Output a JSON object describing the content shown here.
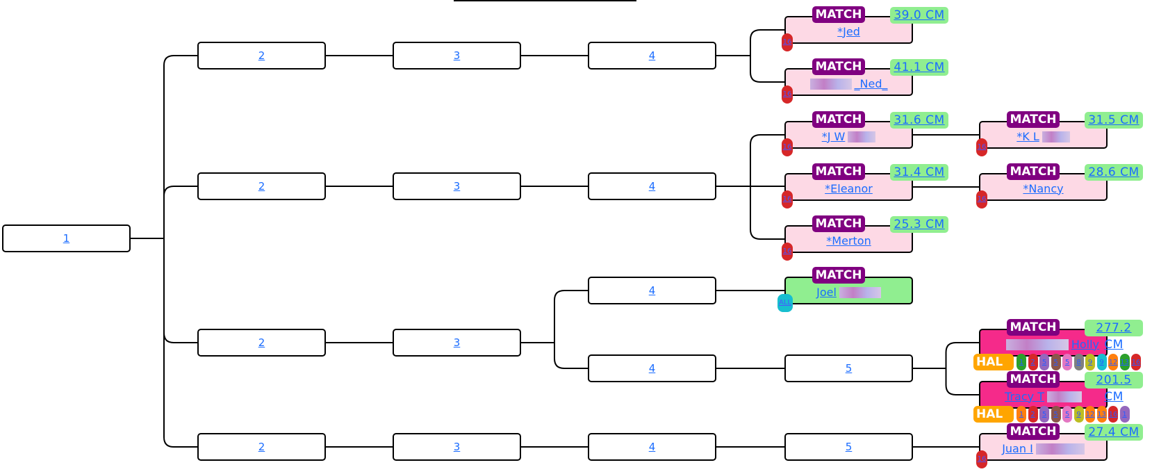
{
  "colors": {
    "match": "#800080",
    "measure": "#90ee90",
    "seed": "#d62728",
    "all": "#17becf",
    "pink": "#fdd9e5",
    "hot": "#f52a8a",
    "hal": "#ffa500"
  },
  "match_label": "MATCH",
  "nodes": {
    "n1": "1",
    "c2": [
      "2",
      "2",
      "2",
      "2"
    ],
    "c3": [
      "3",
      "3",
      "3",
      "3"
    ],
    "c4": [
      "4",
      "4",
      "4",
      "4",
      "4"
    ],
    "c5": [
      "5",
      "5"
    ]
  },
  "people": {
    "jed": {
      "name": "*Jed",
      "measure": "39.0 CM",
      "seed": "16"
    },
    "ned": {
      "name": "_Ned_",
      "measure": "41.1 CM",
      "seed": "16"
    },
    "jw": {
      "name": "*J W",
      "measure": "31.6 CM",
      "seed": "16"
    },
    "kl": {
      "name": "*K L",
      "measure": "31.5 CM",
      "seed": "16"
    },
    "eleanor": {
      "name": "*Eleanor",
      "measure": "31.4 CM",
      "seed": "16"
    },
    "nancy": {
      "name": "*Nancy",
      "measure": "28.6 CM",
      "seed": "16"
    },
    "merton": {
      "name": "*Merton",
      "measure": "25.3 CM",
      "seed": "16"
    },
    "joel": {
      "name": "Joel",
      "seed": "ALL"
    },
    "holly": {
      "name": "Holly",
      "measure": "277.2 CM",
      "hal": "HAL",
      "pills": [
        {
          "label": "1",
          "color": "#2ca02c"
        },
        {
          "label": "2",
          "color": "#d62728"
        },
        {
          "label": "5",
          "color": "#9467bd"
        },
        {
          "label": "5",
          "color": "#8c564b"
        },
        {
          "label": "5",
          "color": "#e377c2"
        },
        {
          "label": "8",
          "color": "#7f7f7f"
        },
        {
          "label": "9",
          "color": "#bcbd22"
        },
        {
          "label": "9",
          "color": "#17becf"
        },
        {
          "label": "12",
          "color": "#ff7f0e"
        },
        {
          "label": "13",
          "color": "#2ca02c"
        },
        {
          "label": "16",
          "color": "#d62728"
        }
      ]
    },
    "tracy": {
      "name": "Tracy T",
      "measure": "201.5 CM",
      "hal": "HAL",
      "pills": [
        {
          "label": "1",
          "color": "#ff7f0e"
        },
        {
          "label": "2",
          "color": "#d62728"
        },
        {
          "label": "5",
          "color": "#9467bd"
        },
        {
          "label": "5",
          "color": "#8c564b"
        },
        {
          "label": "5",
          "color": "#e377c2"
        },
        {
          "label": "9",
          "color": "#bcbd22"
        },
        {
          "label": "12",
          "color": "#ff7f0e"
        },
        {
          "label": "13",
          "color": "#ff7f0e"
        },
        {
          "label": "16",
          "color": "#d62728"
        },
        {
          "label": "1",
          "color": "#9467bd"
        }
      ]
    },
    "juan": {
      "name": "Juan I",
      "measure": "27.4 CM",
      "seed": "16"
    }
  }
}
